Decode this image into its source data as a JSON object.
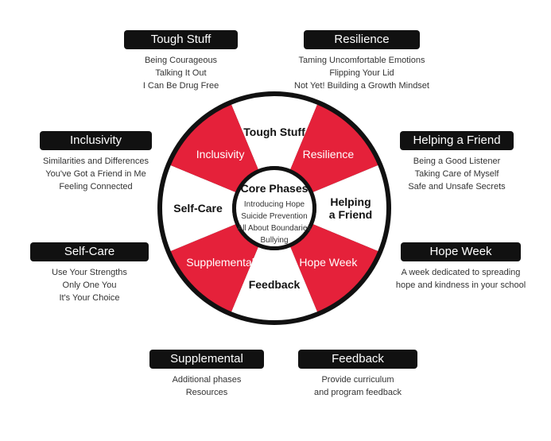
{
  "colors": {
    "accent": "#e5213a",
    "dark": "#111111",
    "light": "#ffffff"
  },
  "wheel": {
    "center_title": "Core Phases",
    "center_items": [
      "Introducing Hope",
      "Suicide Prevention",
      "All About Boundaries",
      "Bullying"
    ],
    "segments": [
      {
        "label": "Tough Stuff",
        "color": "white"
      },
      {
        "label": "Resilience",
        "color": "red"
      },
      {
        "label": "Helping a Friend",
        "color": "white"
      },
      {
        "label": "Hope Week",
        "color": "red"
      },
      {
        "label": "Feedback",
        "color": "white"
      },
      {
        "label": "Supplemental",
        "color": "red"
      },
      {
        "label": "Self-Care",
        "color": "white"
      },
      {
        "label": "Inclusivity",
        "color": "red"
      }
    ]
  },
  "panels": {
    "tough_stuff": {
      "title": "Tough Stuff",
      "items": [
        "Being Courageous",
        "Talking It Out",
        "I Can Be Drug Free"
      ]
    },
    "resilience": {
      "title": "Resilience",
      "items": [
        "Taming Uncomfortable Emotions",
        "Flipping Your Lid",
        "Not Yet! Building a Growth Mindset"
      ]
    },
    "inclusivity": {
      "title": "Inclusivity",
      "items": [
        "Similarities and Differences",
        "You've Got a Friend in Me",
        "Feeling Connected"
      ]
    },
    "helping_a_friend": {
      "title": "Helping a Friend",
      "items": [
        "Being a Good Listener",
        "Taking Care of Myself",
        "Safe and Unsafe Secrets"
      ]
    },
    "self_care": {
      "title": "Self-Care",
      "items": [
        "Use Your Strengths",
        "Only One You",
        "It's Your Choice"
      ]
    },
    "hope_week": {
      "title": "Hope Week",
      "items": [
        "A week dedicated to spreading",
        "hope and kindness in your school"
      ]
    },
    "supplemental": {
      "title": "Supplemental",
      "items": [
        "Additional phases",
        "Resources"
      ]
    },
    "feedback": {
      "title": "Feedback",
      "items": [
        "Provide curriculum",
        "and program feedback"
      ]
    }
  }
}
